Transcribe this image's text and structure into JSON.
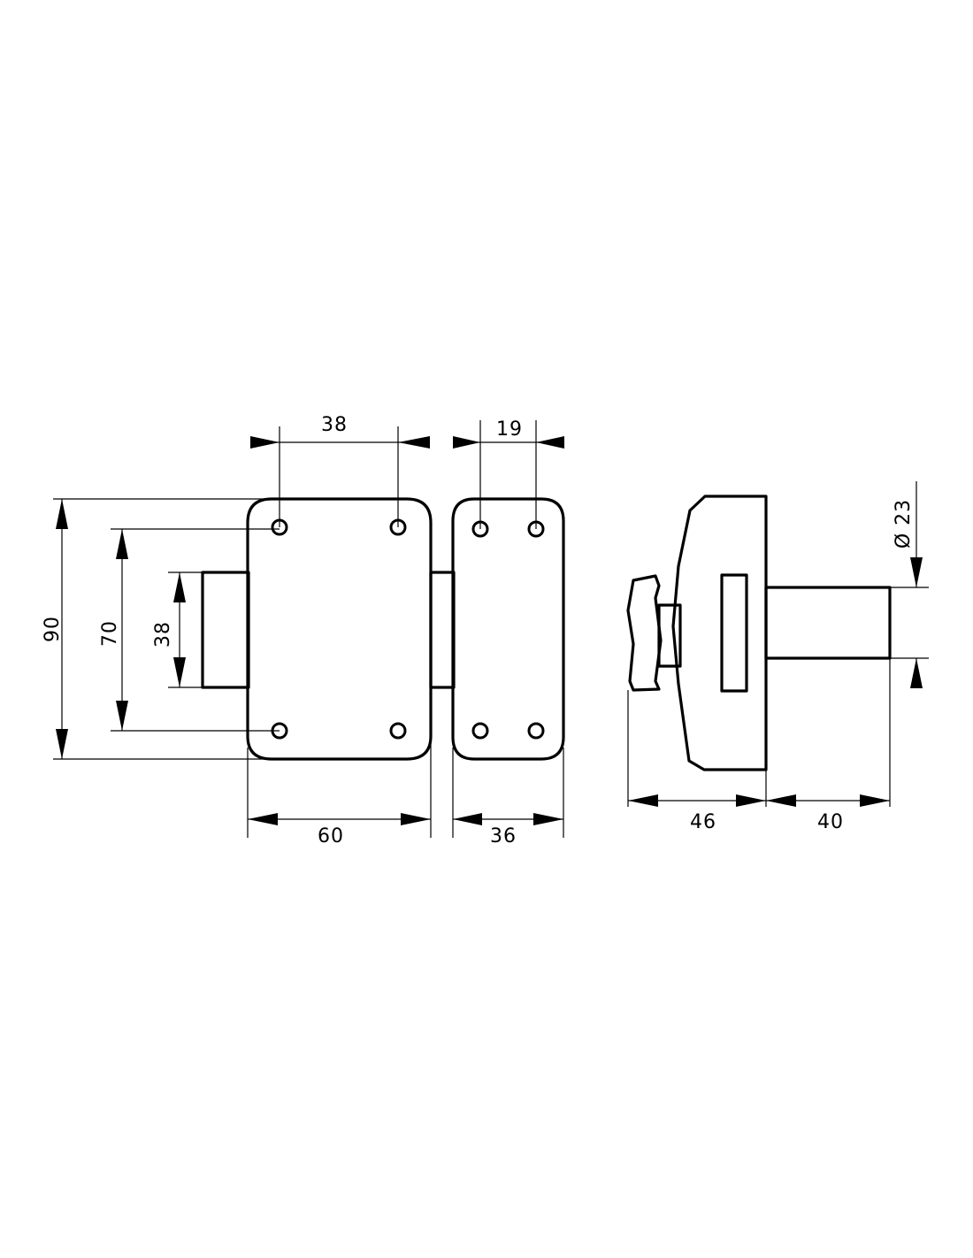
{
  "diagram": {
    "colors": {
      "line": "#000000",
      "background": "#ffffff"
    },
    "dimensions": {
      "top_hole_spacing": "38",
      "keeper_hole_spacing": "19",
      "overall_height": "90",
      "hole_vertical_spacing": "70",
      "bolt_height": "38",
      "body_width": "60",
      "keeper_width": "36",
      "side_depth": "46",
      "cylinder_length": "40",
      "cylinder_diameter": "Ø 23"
    }
  }
}
